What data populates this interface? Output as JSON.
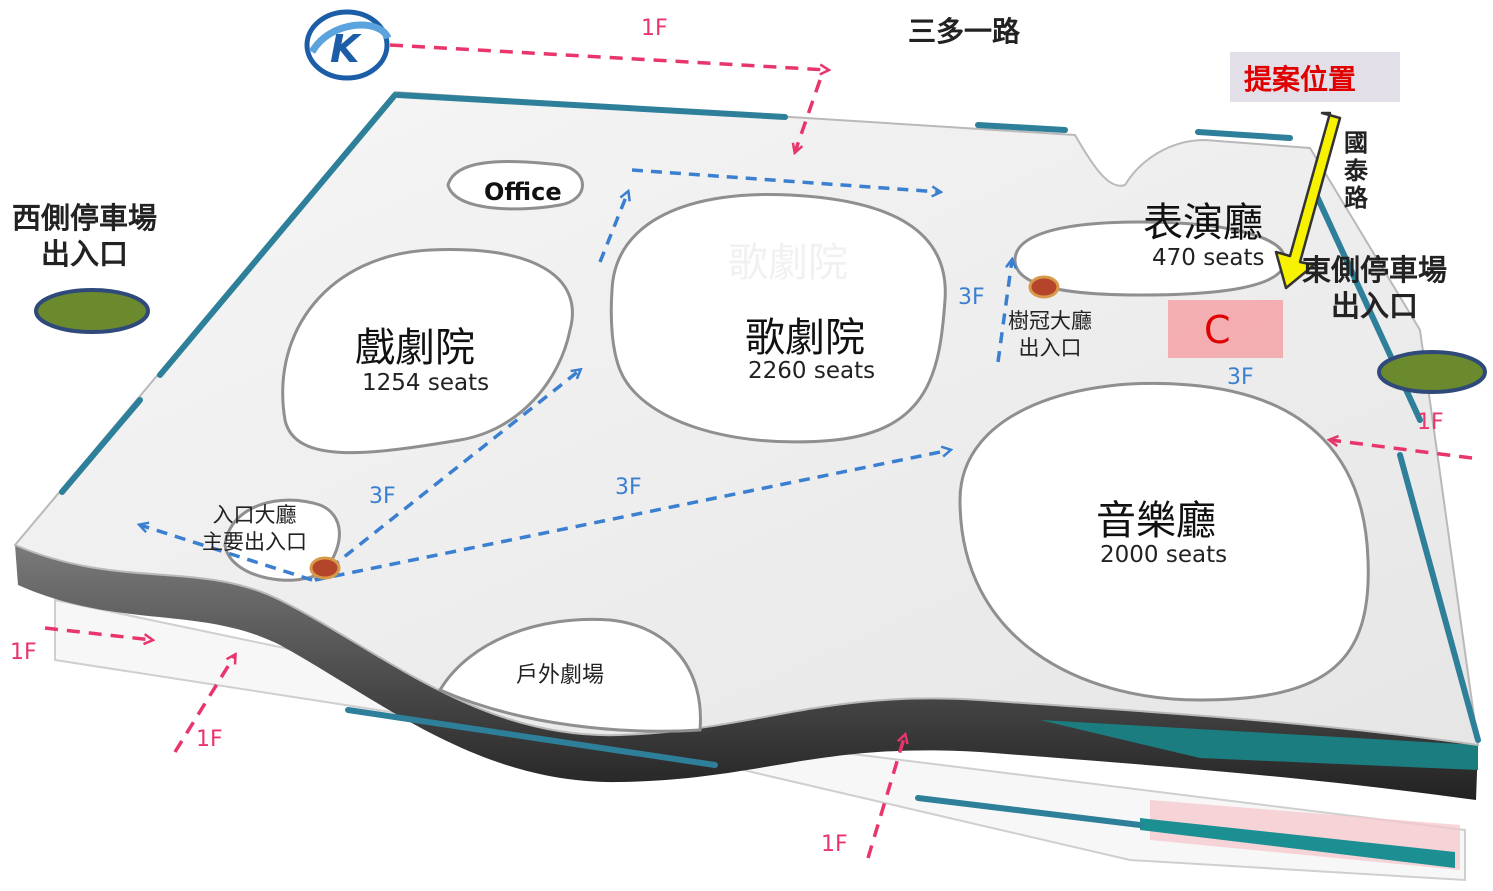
{
  "streets": {
    "north": "三多一路",
    "east": "國泰路"
  },
  "parking": {
    "west_label": "西側停車場\n出入口",
    "east_label": "東側停車場\n出入口"
  },
  "venues": {
    "office": "Office",
    "drama": {
      "name": "戲劇院",
      "seats": "1254 seats"
    },
    "opera": {
      "name": "歌劇院",
      "seats": "2260 seats",
      "watermark": "歌劇院"
    },
    "playhouse": {
      "name": "表演廳",
      "seats": "470 seats"
    },
    "concert": {
      "name": "音樂廳",
      "seats": "2000 seats"
    },
    "outdoor": "戶外劇場"
  },
  "entrances": {
    "main": "入口大廳\n主要出入口",
    "banyan": "樹冠大廳\n出入口"
  },
  "proposal": {
    "label": "提案位置",
    "site": "C"
  },
  "floor_labels": {
    "top": "1F",
    "east": "1F",
    "west": "1F",
    "southwest": "1F",
    "south": "1F",
    "banyan": "3F",
    "main_route": "3F",
    "route": "3F",
    "c_site": "3F"
  },
  "colors": {
    "walkway_1f": "#e8356b",
    "walkway_3f": "#3a7fd0",
    "roof_edge": "#2e7f99",
    "parking_fill": "#6b8a2e",
    "proposal_arrow": "#f6f200",
    "proposal_text": "#e00000",
    "proposal_box": "#e3dfe8",
    "site_c_fill": "#f4a7ab",
    "entrance_dot": "#b5452a"
  },
  "logo": {
    "letter": "K"
  }
}
